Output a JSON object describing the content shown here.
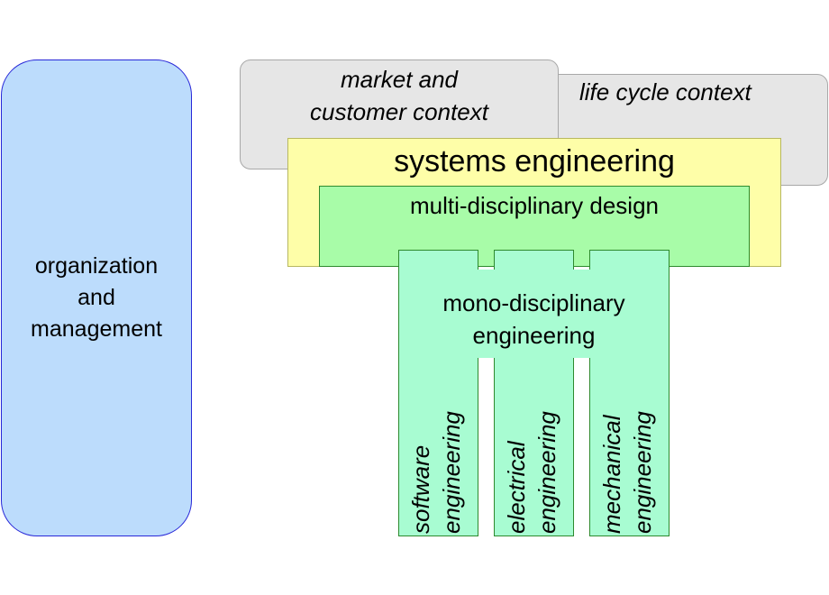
{
  "organization": {
    "lines": [
      "organization",
      "and",
      "management"
    ]
  },
  "market_context": {
    "lines": [
      "market and",
      "customer context"
    ]
  },
  "life_cycle_context": {
    "label": "life cycle context"
  },
  "systems_engineering": {
    "label": "systems engineering"
  },
  "multi_disciplinary": {
    "label": "multi-disciplinary design"
  },
  "mono_disciplinary": {
    "lines": [
      "mono-disciplinary",
      "engineering"
    ]
  },
  "disciplines": [
    {
      "lines": [
        "software",
        "engineering"
      ]
    },
    {
      "lines": [
        "electrical",
        "engineering"
      ]
    },
    {
      "lines": [
        "mechanical",
        "engineering"
      ]
    }
  ],
  "colors": {
    "organization_fill": "#bcdcfc",
    "organization_border": "#2828d8",
    "context_fill": "#e6e6e6",
    "systems_fill": "#fefea8",
    "multi_fill": "#a8fca8",
    "mono_fill": "#a8fcd2"
  }
}
